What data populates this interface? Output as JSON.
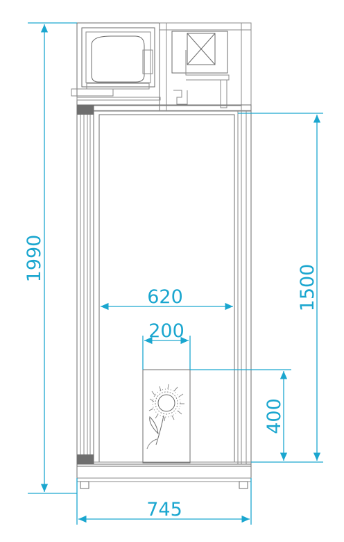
{
  "diagram": {
    "dimensions": {
      "overall_height": "1990",
      "overall_width": "745",
      "interior_width": "620",
      "interior_height": "1500",
      "flower_panel_width": "200",
      "flower_panel_height": "400"
    },
    "colors": {
      "dimension": "#1aa6cf",
      "outline": "#6b6b6b",
      "dark_block": "#6e6e6e"
    },
    "icons": [
      "flower-icon",
      "fan-cross-icon",
      "compressor-icon"
    ]
  }
}
